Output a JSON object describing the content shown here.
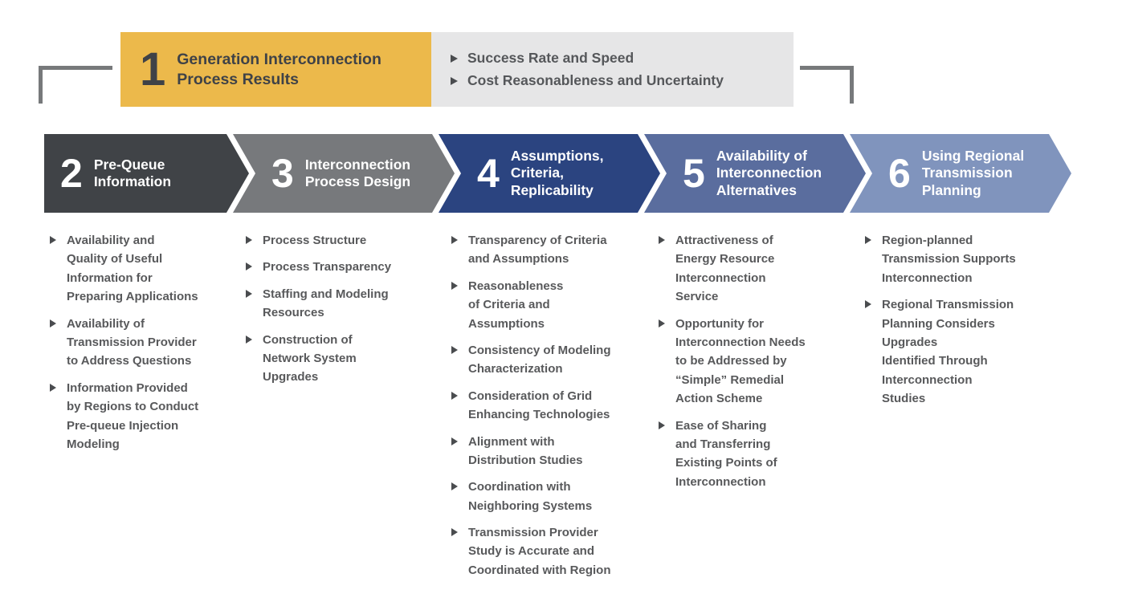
{
  "header": {
    "step_number": "1",
    "step_title": "Generation Interconnection\nProcess Results",
    "box_color": "#ecb94b",
    "panel_color": "#e6e6e7",
    "highlights": [
      "Success Rate and Speed",
      "Cost Reasonableness and Uncertainty"
    ]
  },
  "steps": [
    {
      "number": "2",
      "title": "Pre-Queue\nInformation",
      "color": "#404347",
      "items": [
        "Availability and\nQuality of Useful\nInformation for\nPreparing Applications",
        "Availability of\nTransmission Provider\nto Address Questions",
        "Information Provided\nby Regions to Conduct\nPre-queue Injection\nModeling"
      ]
    },
    {
      "number": "3",
      "title": "Interconnection\nProcess Design",
      "color": "#77797c",
      "items": [
        "Process Structure",
        "Process Transparency",
        "Staffing and Modeling\nResources",
        "Construction of\nNetwork System\nUpgrades"
      ]
    },
    {
      "number": "4",
      "title": "Assumptions,\nCriteria,\nReplicability",
      "color": "#2b4480",
      "items": [
        "Transparency of Criteria\nand Assumptions",
        "Reasonableness\nof Criteria and\nAssumptions",
        "Consistency of Modeling\nCharacterization",
        "Consideration of Grid\nEnhancing Technologies",
        "Alignment with\nDistribution Studies",
        "Coordination with\nNeighboring Systems",
        "Transmission Provider\nStudy is Accurate and\nCoordinated with Region"
      ]
    },
    {
      "number": "5",
      "title": "Availability of\nInterconnection\nAlternatives",
      "color": "#5a6d9e",
      "items": [
        "Attractiveness of\nEnergy Resource\nInterconnection\nService",
        "Opportunity for\nInterconnection Needs\nto be Addressed by\n“Simple” Remedial\nAction Scheme",
        "Ease of Sharing\nand Transferring\nExisting Points of\nInterconnection"
      ]
    },
    {
      "number": "6",
      "title": "Using Regional\nTransmission\nPlanning",
      "color": "#8094bd",
      "items": [
        "Region-planned\nTransmission Supports\nInterconnection",
        "Regional Transmission\nPlanning Considers\nUpgrades\nIdentified Through\nInterconnection\nStudies"
      ]
    }
  ],
  "colors": {
    "body_text": "#58595b",
    "bracket": "#77797b",
    "bullet": "#4a4c4f",
    "header_text": "#3f4247"
  }
}
